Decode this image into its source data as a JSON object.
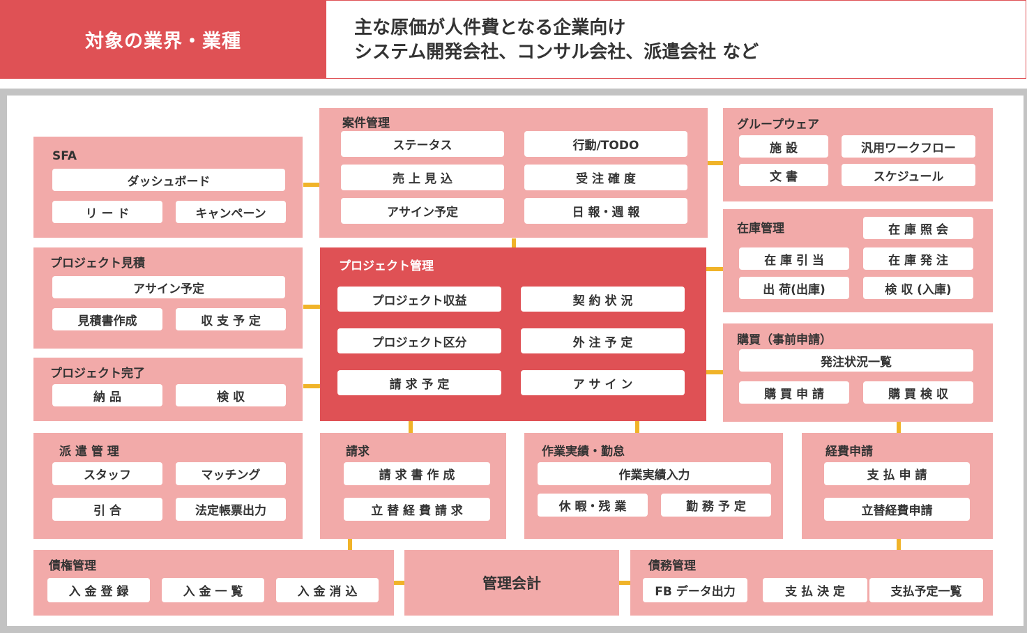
{
  "header": {
    "label": "対象の業界・業種",
    "line1": "主な原価が人件費となる企業向け",
    "line2": "システム開発会社、コンサル会社、派遣会社 など"
  },
  "colors": {
    "accent": "#df5155",
    "module_bg": "#f2aaa9",
    "connector": "#f0b329",
    "frame": "#c3c3c3"
  },
  "modules": {
    "sfa": {
      "title": "SFA",
      "items": [
        "ダッシュボード",
        "リ ー ド",
        "キャンペーン"
      ]
    },
    "anken": {
      "title": "案件管理",
      "items": [
        "ステータス",
        "行動/TODO",
        "売 上 見 込",
        "受 注 確 度",
        "アサイン予定",
        "日 報・週 報"
      ]
    },
    "groupware": {
      "title": "グループウェア",
      "items": [
        "施 設",
        "汎用ワークフロー",
        "文 書",
        "スケジュール"
      ]
    },
    "mitsumori": {
      "title": "プロジェクト見積",
      "items": [
        "アサイン予定",
        "見積書作成",
        "収 支 予 定"
      ]
    },
    "project": {
      "title": "プロジェクト管理",
      "items": [
        "プロジェクト収益",
        "契 約 状 況",
        "プロジェクト区分",
        "外 注 予 定",
        "請 求 予 定",
        "ア サ イ ン"
      ]
    },
    "zaiko": {
      "title": "在庫管理",
      "items": [
        "在 庫 照 会",
        "在 庫 引 当",
        "在 庫 発 注",
        "出 荷(出庫)",
        "検 収 (入庫)"
      ]
    },
    "kanryo": {
      "title": "プロジェクト完了",
      "items": [
        "納 品",
        "検 収"
      ]
    },
    "kobai": {
      "title": "購買（事前申請）",
      "items": [
        "発注状況一覧",
        "購 買 申 請",
        "購 買 検 収"
      ]
    },
    "haken": {
      "title": "派 遣 管 理",
      "items": [
        "スタッフ",
        "マッチング",
        "引 合",
        "法定帳票出力"
      ]
    },
    "seikyu": {
      "title": "請求",
      "items": [
        "請 求 書 作 成",
        "立 替 経 費 請 求"
      ]
    },
    "sagyo": {
      "title": "作業実績・勤怠",
      "items": [
        "作業実績入力",
        "休 暇・残 業",
        "勤 務 予 定"
      ]
    },
    "keihi": {
      "title": "経費申請",
      "items": [
        "支 払 申 請",
        "立替経費申請"
      ]
    },
    "saiken": {
      "title": "債権管理",
      "items": [
        "入 金 登 録",
        "入 金 一 覧",
        "入 金 消 込"
      ]
    },
    "kanri": {
      "title": "管理会計"
    },
    "saimu": {
      "title": "債務管理",
      "items": [
        "FB データ出力",
        "支 払 決 定",
        "支払予定一覧"
      ]
    }
  }
}
